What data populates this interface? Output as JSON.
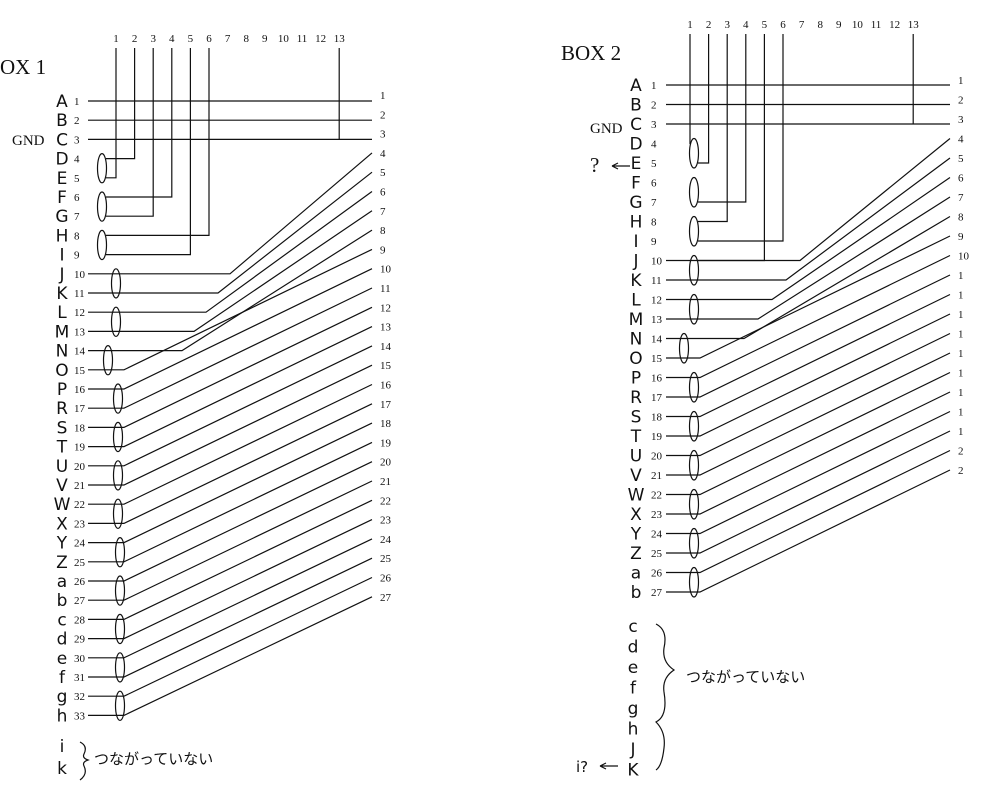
{
  "box1": {
    "title": "OX 1",
    "top_labels": [
      "1",
      "2",
      "3",
      "4",
      "5",
      "6",
      "7",
      "8",
      "9",
      "10",
      "11",
      "12",
      "13"
    ],
    "gnd_label": "GND",
    "pins": [
      {
        "letter": "A",
        "num": "1"
      },
      {
        "letter": "B",
        "num": "2"
      },
      {
        "letter": "C",
        "num": "3"
      },
      {
        "letter": "D",
        "num": "4"
      },
      {
        "letter": "E",
        "num": "5"
      },
      {
        "letter": "F",
        "num": "6"
      },
      {
        "letter": "G",
        "num": "7"
      },
      {
        "letter": "H",
        "num": "8"
      },
      {
        "letter": "I",
        "num": "9"
      },
      {
        "letter": "J",
        "num": "10"
      },
      {
        "letter": "K",
        "num": "11"
      },
      {
        "letter": "L",
        "num": "12"
      },
      {
        "letter": "M",
        "num": "13"
      },
      {
        "letter": "N",
        "num": "14"
      },
      {
        "letter": "O",
        "num": "15"
      },
      {
        "letter": "P",
        "num": "16"
      },
      {
        "letter": "R",
        "num": "17"
      },
      {
        "letter": "S",
        "num": "18"
      },
      {
        "letter": "T",
        "num": "19"
      },
      {
        "letter": "U",
        "num": "20"
      },
      {
        "letter": "V",
        "num": "21"
      },
      {
        "letter": "W",
        "num": "22"
      },
      {
        "letter": "X",
        "num": "23"
      },
      {
        "letter": "Y",
        "num": "24"
      },
      {
        "letter": "Z",
        "num": "25"
      },
      {
        "letter": "a",
        "num": "26"
      },
      {
        "letter": "b",
        "num": "27"
      },
      {
        "letter": "c",
        "num": "28"
      },
      {
        "letter": "d",
        "num": "29"
      },
      {
        "letter": "e",
        "num": "30"
      },
      {
        "letter": "f",
        "num": "31"
      },
      {
        "letter": "g",
        "num": "32"
      },
      {
        "letter": "h",
        "num": "33"
      }
    ],
    "right_labels": [
      "1",
      "2",
      "3",
      "4",
      "5",
      "6",
      "7",
      "8",
      "9",
      "10",
      "11",
      "12",
      "13",
      "14",
      "15",
      "16",
      "17",
      "18",
      "19",
      "20",
      "21",
      "22",
      "23",
      "24",
      "25",
      "26",
      "27"
    ],
    "unconnected_letters": [
      "i",
      "k"
    ],
    "unconnected_note": "つながっていない"
  },
  "box2": {
    "title": "BOX 2",
    "top_labels": [
      "1",
      "2",
      "3",
      "4",
      "5",
      "6",
      "7",
      "8",
      "9",
      "10",
      "11",
      "12",
      "13"
    ],
    "gnd_label": "GND",
    "question_mark": "?",
    "pins": [
      {
        "letter": "A",
        "num": "1"
      },
      {
        "letter": "B",
        "num": "2"
      },
      {
        "letter": "C",
        "num": "3"
      },
      {
        "letter": "D",
        "num": "4"
      },
      {
        "letter": "E",
        "num": "5"
      },
      {
        "letter": "F",
        "num": "6"
      },
      {
        "letter": "G",
        "num": "7"
      },
      {
        "letter": "H",
        "num": "8"
      },
      {
        "letter": "I",
        "num": "9"
      },
      {
        "letter": "J",
        "num": "10"
      },
      {
        "letter": "K",
        "num": "11"
      },
      {
        "letter": "L",
        "num": "12"
      },
      {
        "letter": "M",
        "num": "13"
      },
      {
        "letter": "N",
        "num": "14"
      },
      {
        "letter": "O",
        "num": "15"
      },
      {
        "letter": "P",
        "num": "16"
      },
      {
        "letter": "R",
        "num": "17"
      },
      {
        "letter": "S",
        "num": "18"
      },
      {
        "letter": "T",
        "num": "19"
      },
      {
        "letter": "U",
        "num": "20"
      },
      {
        "letter": "V",
        "num": "21"
      },
      {
        "letter": "W",
        "num": "22"
      },
      {
        "letter": "X",
        "num": "23"
      },
      {
        "letter": "Y",
        "num": "24"
      },
      {
        "letter": "Z",
        "num": "25"
      },
      {
        "letter": "a",
        "num": "26"
      },
      {
        "letter": "b",
        "num": "27"
      }
    ],
    "right_labels": [
      "1",
      "2",
      "3",
      "4",
      "5",
      "6",
      "7",
      "8",
      "9",
      "10",
      "1",
      "1",
      "1",
      "1",
      "1",
      "1",
      "1",
      "1",
      "1",
      "2",
      "2"
    ],
    "unconnected_letters": [
      "c",
      "d",
      "e",
      "f",
      "g",
      "h",
      "J",
      "K"
    ],
    "unconnected_note": "つながっていない",
    "side_note": "i?"
  }
}
